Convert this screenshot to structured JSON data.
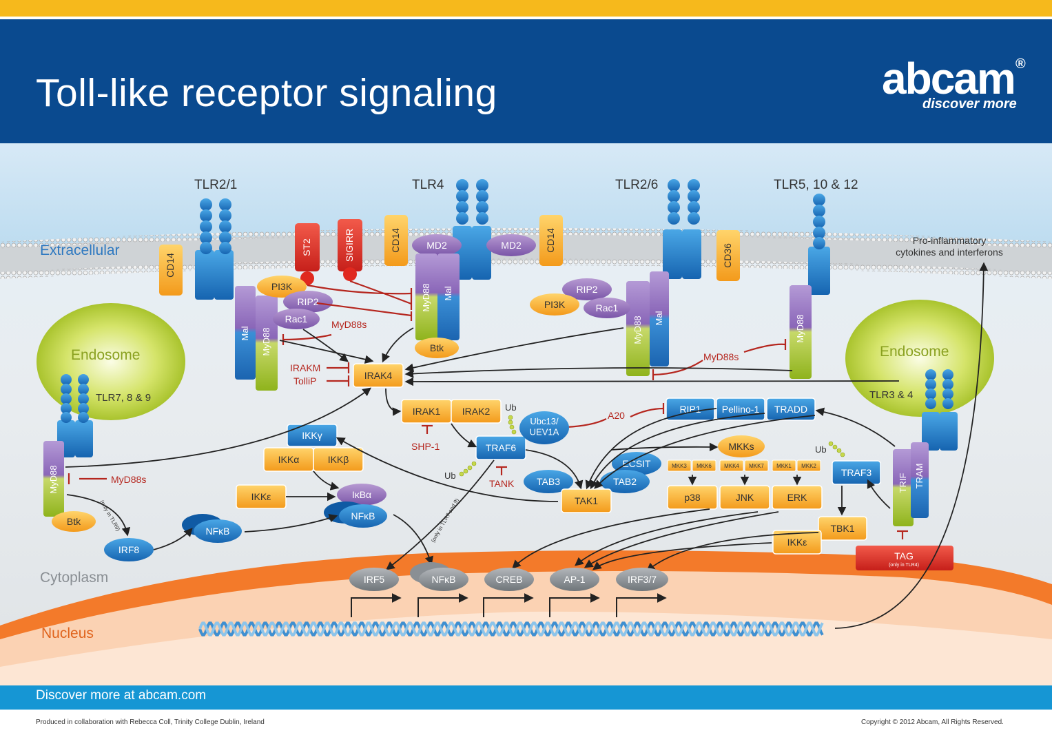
{
  "header": {
    "title": "Toll-like receptor signaling",
    "logo": "abcam",
    "logo_reg": "®",
    "logo_tagline": "discover more"
  },
  "compartments": {
    "extracellular": "Extracellular",
    "cytoplasm": "Cytoplasm",
    "nucleus": "Nucleus",
    "endosome_left": "Endosome",
    "endosome_right": "Endosome"
  },
  "receptors": {
    "tlr21": "TLR2/1",
    "tlr4": "TLR4",
    "tlr26": "TLR2/6",
    "tlr51012": "TLR5, 10 & 12",
    "tlr789": "TLR7, 8 & 9",
    "tlr34": "TLR3 & 4"
  },
  "nodes": {
    "cd14_a": "CD14",
    "st2": "ST2",
    "sigirr": "SIGIRR",
    "cd14_b": "CD14",
    "md2_a": "MD2",
    "md2_b": "MD2",
    "cd14_c": "CD14",
    "cd36": "CD36",
    "pi3k_a": "PI3K",
    "rip2_a": "RIP2",
    "rac1_a": "Rac1",
    "mal_a": "Mal",
    "myd88_a": "MyD88",
    "myd88s_a": "MyD88s",
    "myd88_b": "MyD88",
    "mal_b": "Mal",
    "btk_a": "Btk",
    "rip2_b": "RIP2",
    "pi3k_b": "PI3K",
    "rac1_b": "Rac1",
    "myd88_c": "MyD88",
    "mal_c": "Mal",
    "myd88s_b": "MyD88s",
    "myd88_d": "MyD88",
    "irakm": "IRAKM",
    "tollip": "TolliP",
    "irak4": "IRAK4",
    "irak1": "IRAK1",
    "irak2": "IRAK2",
    "shp1": "SHP-1",
    "ub_a": "Ub",
    "ubc13": "Ubc13/\nUEV1A",
    "traf6": "TRAF6",
    "tank": "TANK",
    "ub_b": "Ub",
    "a20": "A20",
    "rip1": "RIP1",
    "pellino": "Pellino-1",
    "tradd": "TRADD",
    "ikkg": "IKKγ",
    "ikka": "IKKα",
    "ikkb": "IKKβ",
    "ikke_a": "IKKε",
    "ikba": "IκBα",
    "nfkb_a": "NFκB",
    "myd88_e": "MyD88",
    "myd88s_c": "MyD88s",
    "btk_b": "Btk",
    "irf8": "IRF8",
    "nfkb_b": "NFκB",
    "only_tlr9": "(only in TLR9)",
    "only_tlr79": "(only in TLR7 and 9)",
    "tab3": "TAB3",
    "ecsit": "ECSIT",
    "tab2": "TAB2",
    "tak1": "TAK1",
    "mkks": "MKKs",
    "mkk3": "MKK3",
    "mkk6": "MKK6",
    "mkk4": "MKK4",
    "mkk7": "MKK7",
    "mkk1": "MKK1",
    "mkk2": "MKK2",
    "p38": "p38",
    "jnk": "JNK",
    "erk": "ERK",
    "ub_c": "Ub",
    "traf3": "TRAF3",
    "tbk1": "TBK1",
    "ikke_b": "IKKε",
    "trif": "TRIF",
    "tram": "TRAM",
    "tag": "TAG",
    "only_tlr4": "(only in TLR4)",
    "pro_inflam": "Pro-inflammatory\ncytokines and interferons",
    "irf5": "IRF5",
    "nfkb_n": "NFκB",
    "creb": "CREB",
    "ap1": "AP-1",
    "irf37": "IRF3/7"
  },
  "footer": {
    "discover": "Discover more",
    "at": "at abcam.com",
    "credit": "Produced in collaboration with Rebecca Coll, Trinity College Dublin, Ireland",
    "copyright": "Copyright © 2012 Abcam, All Rights Reserved."
  }
}
